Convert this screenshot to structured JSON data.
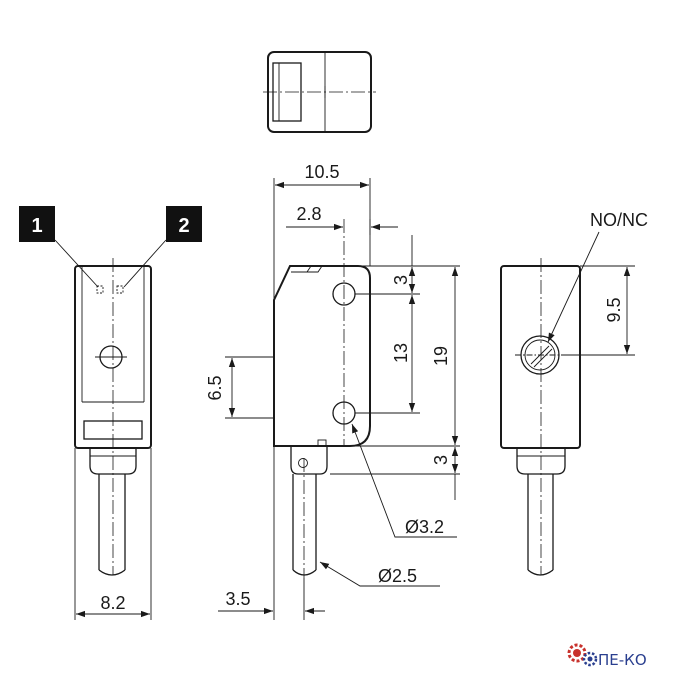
{
  "callouts": {
    "terminal_1": "1",
    "terminal_2": "2"
  },
  "labels": {
    "switch": "NO/NC"
  },
  "dimensions": {
    "width_front": "8.2",
    "body_length": "10.5",
    "hole_offset": "2.8",
    "cable_offset": "3.5",
    "top_margin": "3",
    "hole_pitch": "13",
    "height_total": "19",
    "bottom_margin": "3",
    "half_height": "6.5",
    "hole_diameter": "Ø3.2",
    "cable_diameter": "Ø2.5",
    "switch_height": "9.5"
  },
  "logo": {
    "text": "ПЕ-КО",
    "colors": {
      "gear_red": "#c8322d",
      "gear_blue": "#2a3f8f"
    }
  }
}
